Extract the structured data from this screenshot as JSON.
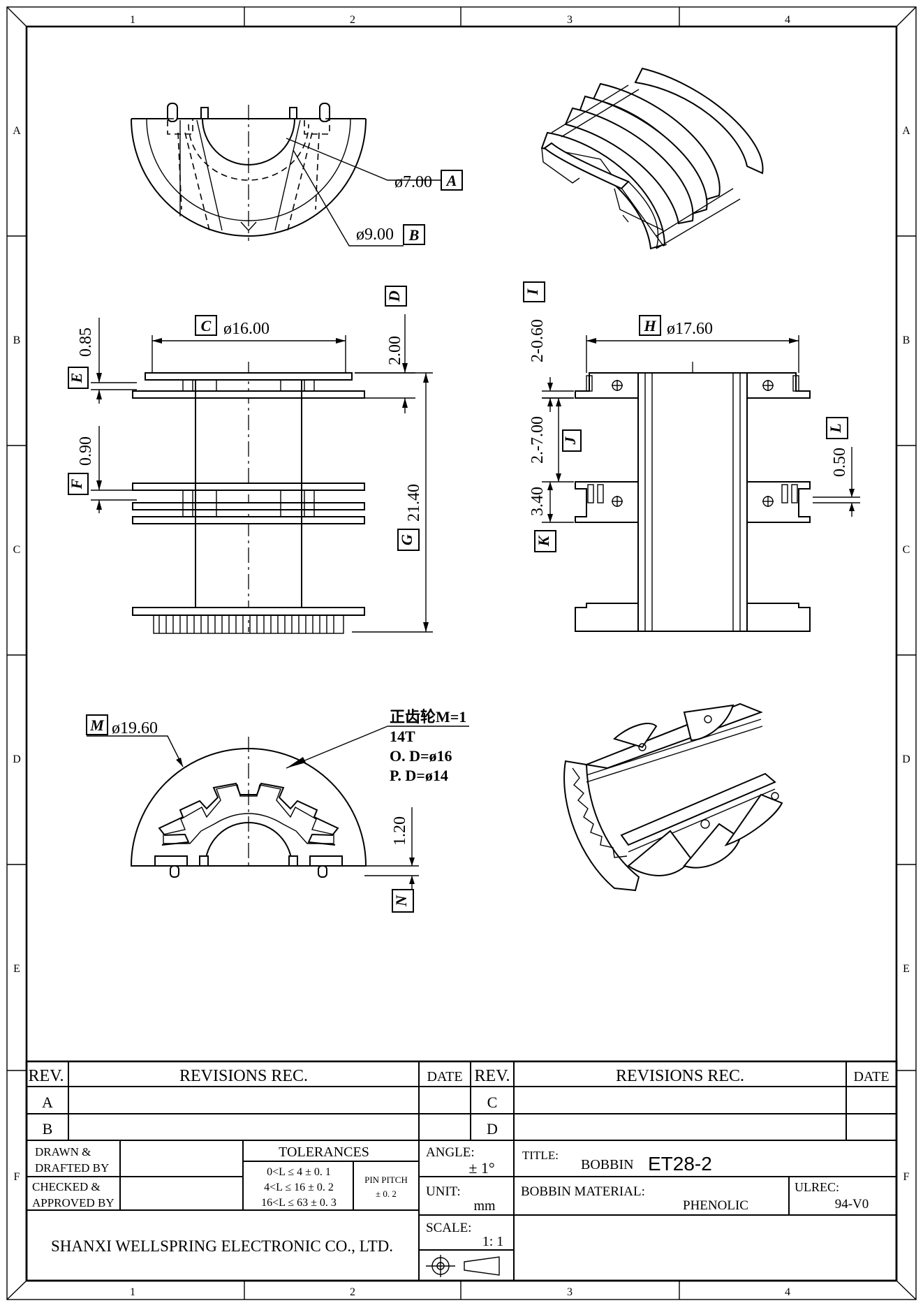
{
  "sheet": {
    "zone_columns": [
      "1",
      "2",
      "3",
      "4"
    ],
    "zone_rows": [
      "A",
      "B",
      "C",
      "D",
      "E",
      "F"
    ]
  },
  "drawing": {
    "top_view": {
      "dim_a_value": "ø7.00",
      "dim_a_label": "A",
      "dim_b_value": "ø9.00",
      "dim_b_label": "B"
    },
    "front_view": {
      "dim_c_value": "ø16.00",
      "dim_c_label": "C",
      "dim_d_value": "2.00",
      "dim_d_label": "D",
      "dim_e_value": "0.85",
      "dim_e_label": "E",
      "dim_f_value": "0.90",
      "dim_f_label": "F",
      "dim_g_value": "21.40",
      "dim_g_label": "G"
    },
    "side_view": {
      "dim_h_value": "ø17.60",
      "dim_h_label": "H",
      "dim_i_value": "2-0.60",
      "dim_i_label": "I",
      "dim_j_value": "2.-7.00",
      "dim_j_label": "J",
      "dim_k_value": "3.40",
      "dim_k_label": "K",
      "dim_l_value": "0.50",
      "dim_l_label": "L"
    },
    "bottom_view": {
      "dim_m_value": "ø19.60",
      "dim_m_label": "M",
      "dim_n_value": "1.20",
      "dim_n_label": "N",
      "gear_note": [
        "正齿轮M=1",
        "14T",
        "O. D=ø16",
        "P. D=ø14"
      ]
    }
  },
  "title_block": {
    "rev_header": "REV.",
    "revisions_header": "REVISIONS REC.",
    "date_header": "DATE",
    "revs_left": [
      "A",
      "B"
    ],
    "revs_right": [
      "C",
      "D"
    ],
    "drawn_label": "DRAWN  &\nDRAFTED BY",
    "checked_label": "CHECKED  &\nAPPROVED BY",
    "tolerances_header": "TOLERANCES",
    "tolerances": [
      "0<L ≤ 4   ± 0. 1",
      "4<L ≤ 16 ± 0. 2",
      "16<L ≤ 63 ± 0. 3"
    ],
    "pin_pitch_label": "PIN PITCH",
    "pin_pitch_value": "± 0. 2",
    "angle_label": "ANGLE:",
    "angle_value": "± 1°",
    "unit_label": "UNIT:",
    "unit_value": "mm",
    "scale_label": "SCALE:",
    "scale_value": "1: 1",
    "title_label": "TITLE:",
    "title_prefix": "BOBBIN",
    "title_part": "ET28-2",
    "material_label": "BOBBIN MATERIAL:",
    "material_value": "PHENOLIC",
    "ulrec_label": "ULREC:",
    "ulrec_value": "94-V0",
    "company": "SHANXI WELLSPRING ELECTRONIC CO., LTD."
  }
}
